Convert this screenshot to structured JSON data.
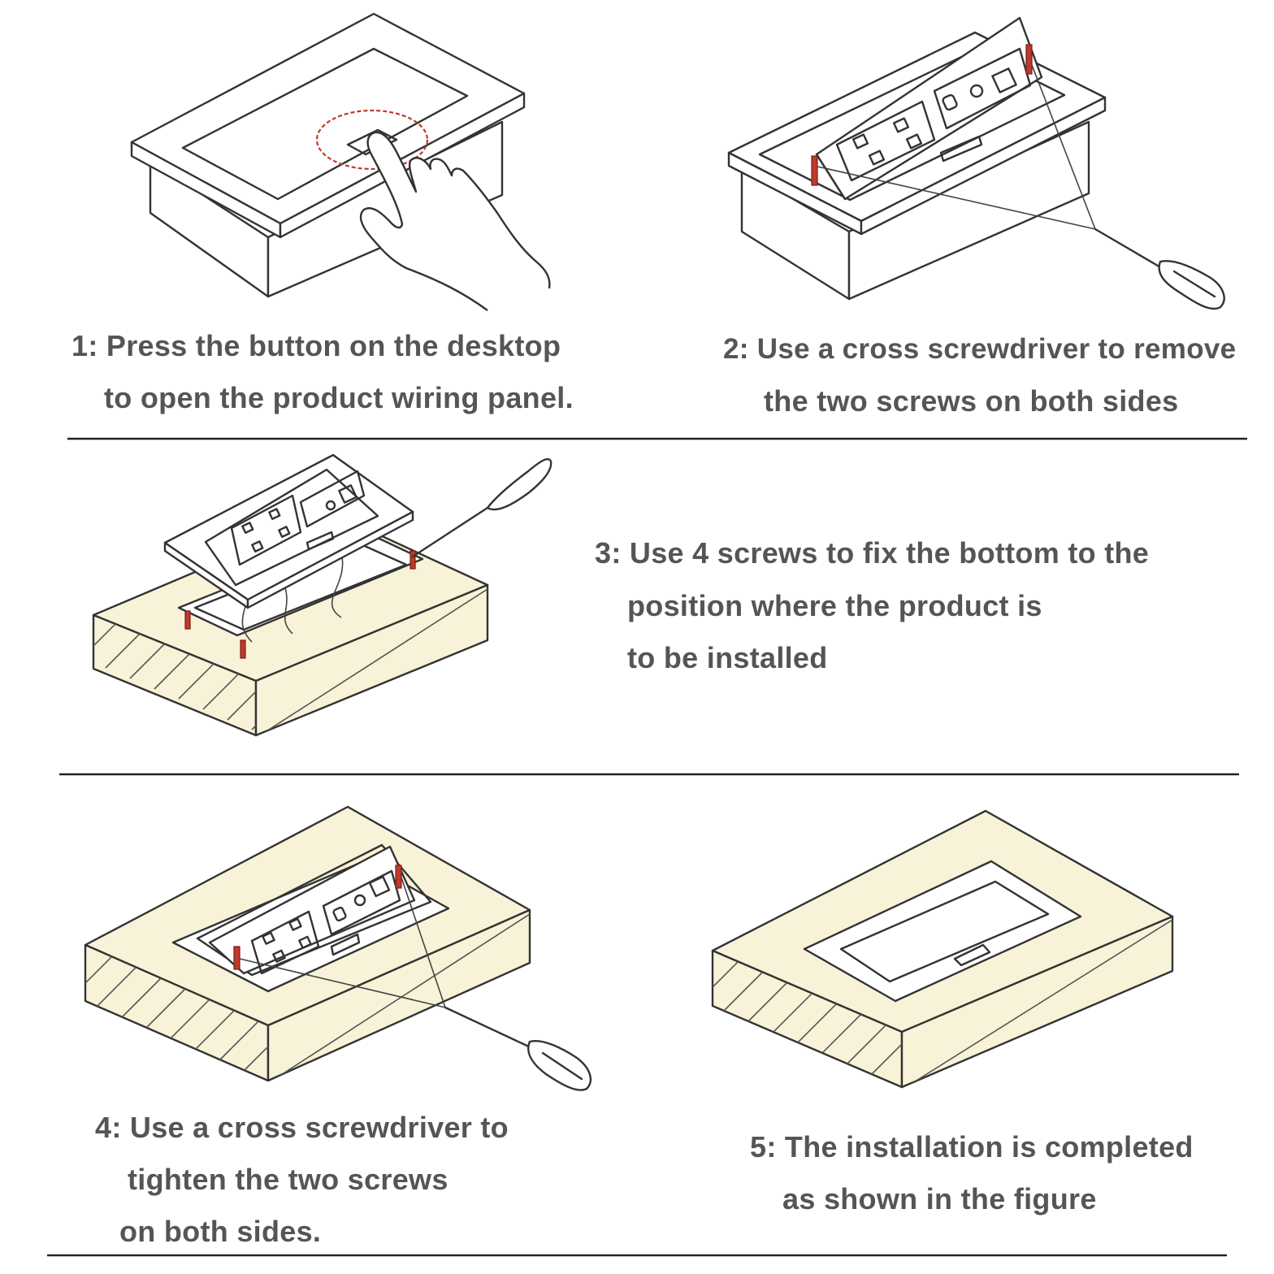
{
  "steps": [
    {
      "id": 1,
      "lines": [
        "1: Press the button on the desktop",
        "to open the product wiring panel."
      ]
    },
    {
      "id": 2,
      "lines": [
        "2: Use a cross screwdriver to remove",
        "the two screws on both sides"
      ]
    },
    {
      "id": 3,
      "lines": [
        "3: Use 4 screws to fix the bottom to the",
        "position where the product is",
        "to be installed"
      ]
    },
    {
      "id": 4,
      "lines": [
        "4: Use a cross screwdriver to",
        "tighten the two screws",
        "on both sides."
      ]
    },
    {
      "id": 5,
      "lines": [
        "5: The installation is completed",
        "as shown in the figure"
      ]
    }
  ],
  "colors": {
    "caption": "#555555",
    "wood": "#f8f3d8",
    "screw": "#c0392b",
    "line": "#333333",
    "highlight_circle": "#c0392b"
  },
  "icons": [
    "hand-pointer-icon",
    "screwdriver-icon",
    "screw-icon",
    "socket-panel-icon"
  ]
}
